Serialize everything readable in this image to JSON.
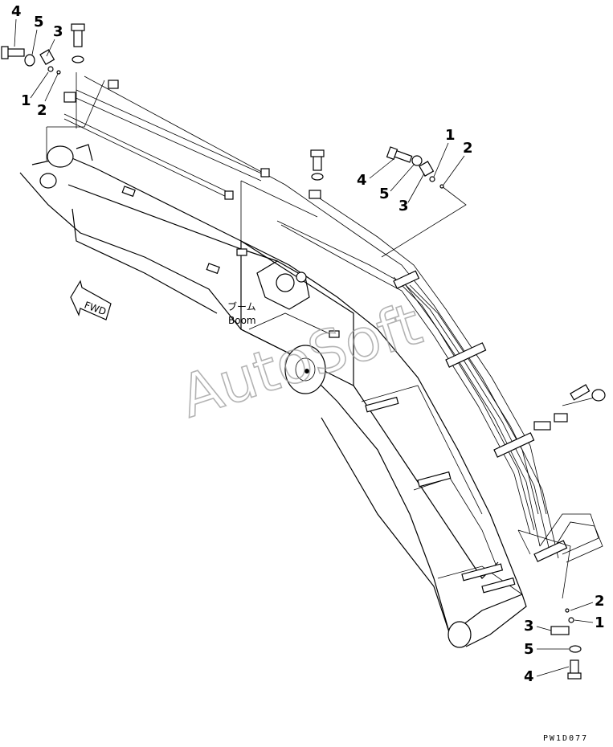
{
  "watermark": "AutoSoft",
  "drawing_code": "PW1D077",
  "fwd_label": "FWD",
  "boom_label_jp": "ブーム",
  "boom_label_en": "Boom",
  "callouts": {
    "top_left": [
      "4",
      "5",
      "3",
      "1",
      "2"
    ],
    "top_right": [
      "1",
      "2",
      "4",
      "5",
      "3"
    ],
    "bottom_right": [
      "2",
      "1",
      "3",
      "5",
      "4"
    ]
  }
}
